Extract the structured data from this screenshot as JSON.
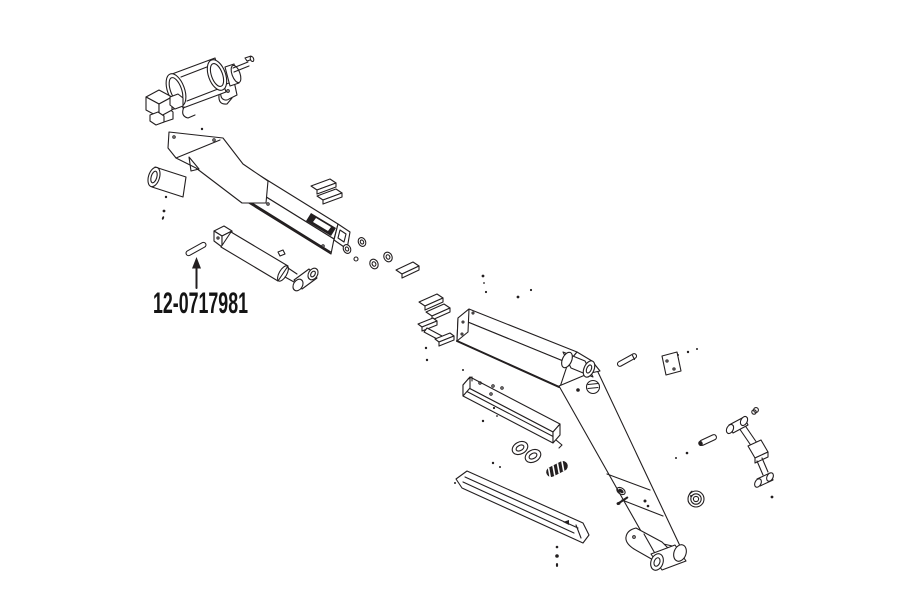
{
  "diagram": {
    "description": "exploded-parts-line-drawing",
    "background_color": "#ffffff",
    "line_color": "#231f20",
    "callout": {
      "part_number": "12-0717981",
      "arrow": "up",
      "text_color": "#141414"
    },
    "parts": [
      {
        "name": "winch-assembly"
      },
      {
        "name": "pivot-plate-inner-boom"
      },
      {
        "name": "upper-wear-pads"
      },
      {
        "name": "extension-cylinder"
      },
      {
        "name": "callout-roll-pin"
      },
      {
        "name": "thrust-washers"
      },
      {
        "name": "wear-pad-single"
      },
      {
        "name": "lower-wear-pads"
      },
      {
        "name": "h-slide-retainer"
      },
      {
        "name": "outer-gooseneck-boom"
      },
      {
        "name": "slide-channel"
      },
      {
        "name": "chain-links"
      },
      {
        "name": "compression-spring"
      },
      {
        "name": "slide-ramp"
      },
      {
        "name": "small-pin"
      },
      {
        "name": "retainer-plate"
      },
      {
        "name": "clevis-pin"
      },
      {
        "name": "latch-link-assembly"
      },
      {
        "name": "grooved-bushing"
      },
      {
        "name": "misc-hardware-dots"
      }
    ]
  }
}
